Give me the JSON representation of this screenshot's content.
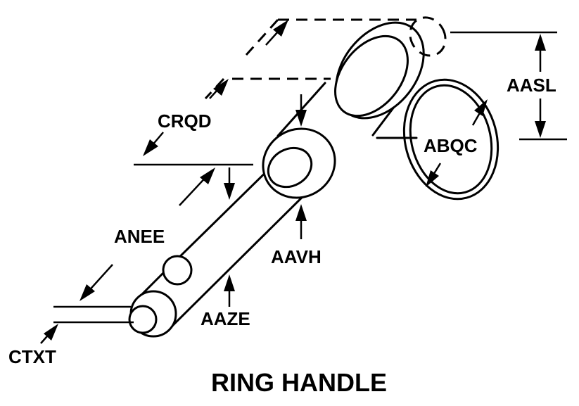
{
  "title": "RING HANDLE",
  "labels": {
    "crqd": "CRQD",
    "anee": "ANEE",
    "ctxt": "CTXT",
    "aavh": "AAVH",
    "aaze": "AAZE",
    "aasl": "AASL",
    "abqc": "ABQC"
  },
  "colors": {
    "line": "#000000",
    "background": "#ffffff"
  }
}
